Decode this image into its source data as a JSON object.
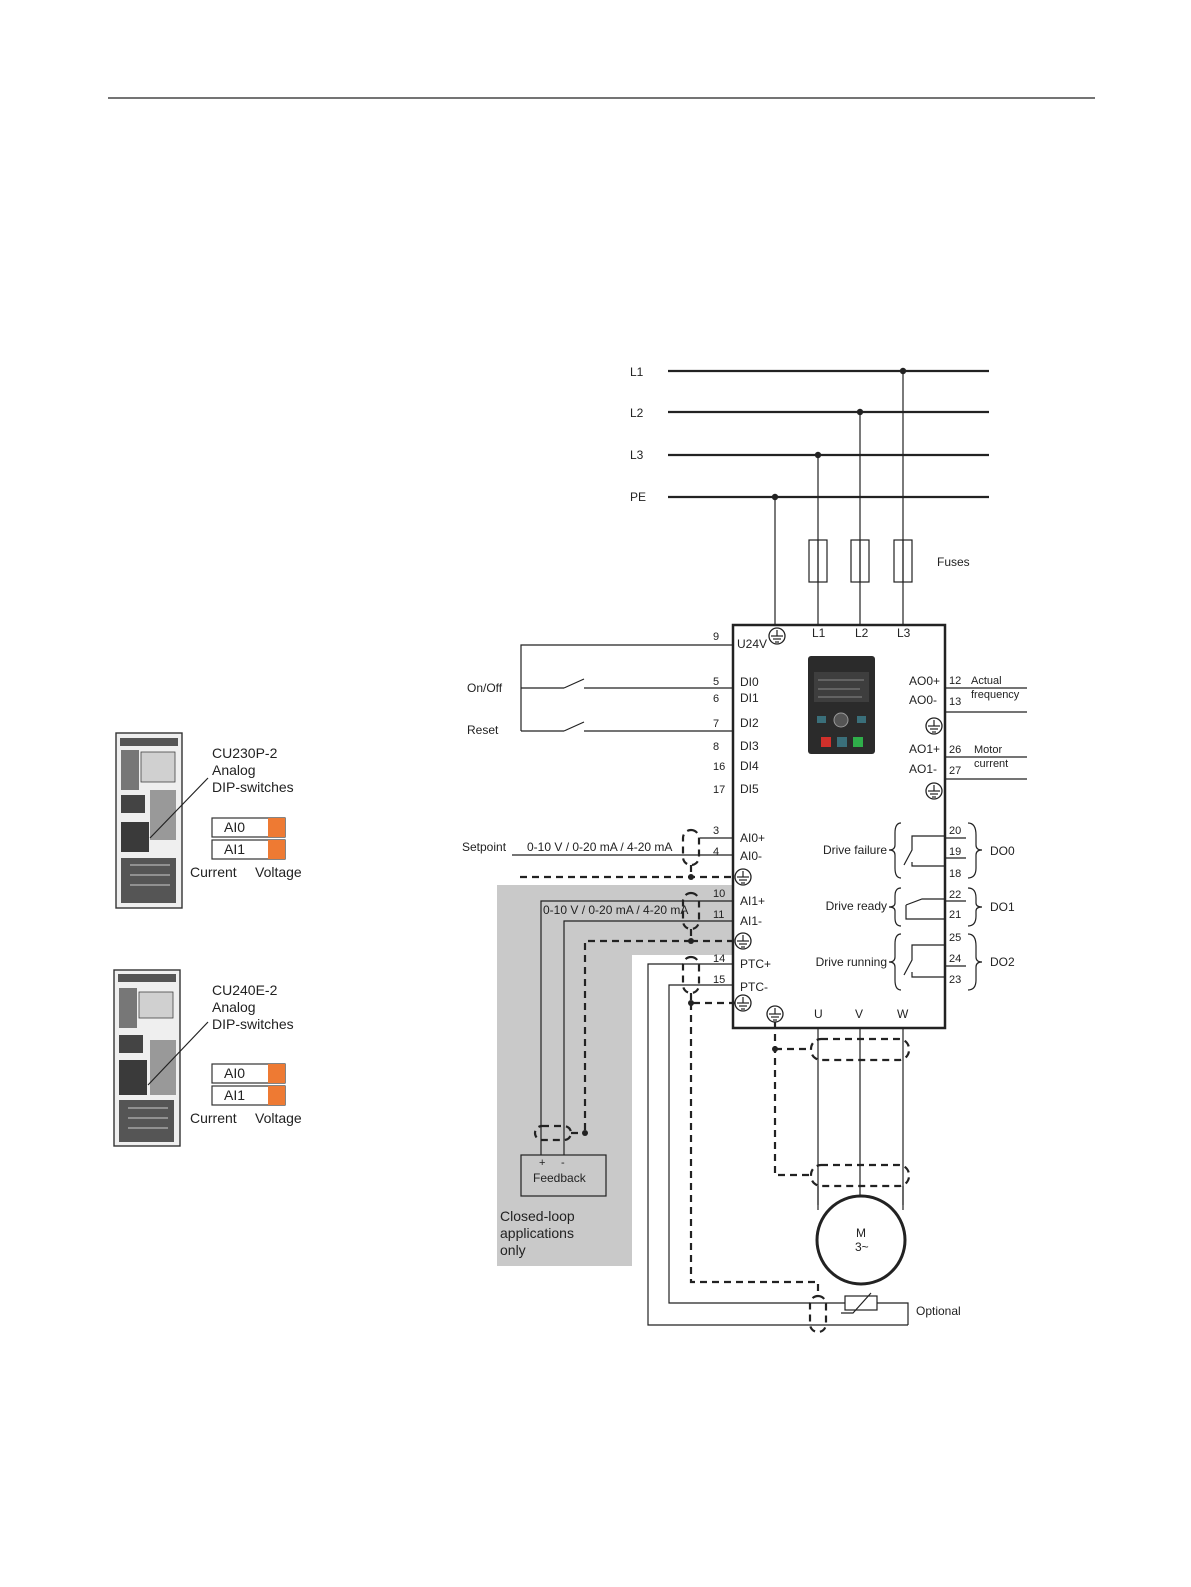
{
  "supply": {
    "lines": [
      "L1",
      "L2",
      "L3",
      "PE"
    ],
    "fuses_label": "Fuses"
  },
  "inverter": {
    "top_terminals": [
      "L1",
      "L2",
      "L3"
    ],
    "bottom_terminals": [
      "U",
      "V",
      "W"
    ]
  },
  "left_terminals": [
    {
      "num": "9",
      "label": "U24V"
    },
    {
      "num": "5",
      "label": "DI0"
    },
    {
      "num": "6",
      "label": "DI1"
    },
    {
      "num": "7",
      "label": "DI2"
    },
    {
      "num": "8",
      "label": "DI3"
    },
    {
      "num": "16",
      "label": "DI4"
    },
    {
      "num": "17",
      "label": "DI5"
    },
    {
      "num": "3",
      "label": "AI0+"
    },
    {
      "num": "4",
      "label": "AI0-"
    },
    {
      "num": "10",
      "label": "AI1+"
    },
    {
      "num": "11",
      "label": "AI1-"
    },
    {
      "num": "14",
      "label": "PTC+"
    },
    {
      "num": "15",
      "label": "PTC-"
    }
  ],
  "right_analog": [
    {
      "num": "12",
      "label": "AO0+"
    },
    {
      "num": "13",
      "label": "AO0-"
    },
    {
      "num": "26",
      "label": "AO1+"
    },
    {
      "num": "27",
      "label": "AO1-"
    }
  ],
  "analog_outputs": {
    "ao0_desc": [
      "Actual",
      "frequency"
    ],
    "ao1_desc": [
      "Motor",
      "current"
    ]
  },
  "relays": [
    {
      "name": "Drive failure",
      "terms": [
        "20",
        "19",
        "18"
      ],
      "group": "DO0"
    },
    {
      "name": "Drive ready",
      "terms": [
        "22",
        "21"
      ],
      "group": "DO1"
    },
    {
      "name": "Drive running",
      "terms": [
        "25",
        "24",
        "23"
      ],
      "group": "DO2"
    }
  ],
  "inputs": {
    "on_off": "On/Off",
    "reset": "Reset",
    "setpoint": "Setpoint",
    "setpoint_range": "0-10 V / 0-20 mA / 4-20 mA",
    "ai1_range": "0-10 V / 0-20 mA / 4-20 mA"
  },
  "closed_loop": {
    "feedback": "Feedback",
    "plus": "+",
    "minus": "-",
    "note": [
      "Closed-loop",
      "applications",
      "only"
    ]
  },
  "motor": {
    "line1": "M",
    "line2": "3~"
  },
  "optional_label": "Optional",
  "cu_boards": [
    {
      "title": [
        "CU230P-2",
        "Analog",
        "DIP-switches"
      ],
      "switches": [
        "AI0",
        "AI1"
      ],
      "current": "Current",
      "voltage": "Voltage"
    },
    {
      "title": [
        "CU240E-2",
        "Analog",
        "DIP-switches"
      ],
      "switches": [
        "AI0",
        "AI1"
      ],
      "current": "Current",
      "voltage": "Voltage"
    }
  ],
  "colors": {
    "switch_accent": "#ee7a33",
    "shade": "#c9c9c9",
    "panel_dark": "#2b2b2b"
  }
}
